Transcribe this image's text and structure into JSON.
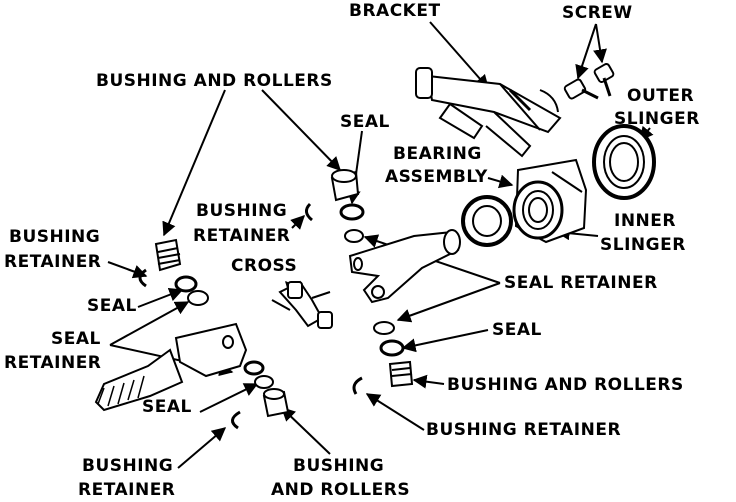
{
  "labels": {
    "bracket": "BRACKET",
    "screw": "SCREW",
    "outer_slinger_1": "OUTER",
    "outer_slinger_2": "SLINGER",
    "bushing_rollers_top": "BUSHING AND ROLLERS",
    "seal_top": "SEAL",
    "bearing_assembly_1": "BEARING",
    "bearing_assembly_2": "ASSEMBLY",
    "bushing_retainer_mid_1": "BUSHING",
    "bushing_retainer_mid_2": "RETAINER",
    "inner_slinger_1": "INNER",
    "inner_slinger_2": "SLINGER",
    "bushing_retainer_left_1": "BUSHING",
    "bushing_retainer_left_2": "RETAINER",
    "cross": "CROSS",
    "seal_retainer_right": "SEAL RETAINER",
    "seal_left": "SEAL",
    "seal_retainer_left_1": "SEAL",
    "seal_retainer_left_2": "RETAINER",
    "seal_right": "SEAL",
    "bushing_rollers_right": "BUSHING AND ROLLERS",
    "seal_bottom": "SEAL",
    "bushing_retainer_right": "BUSHING RETAINER",
    "bushing_retainer_bottom_1": "BUSHING",
    "bushing_retainer_bottom_2": "RETAINER",
    "bushing_rollers_bottom_1": "BUSHING",
    "bushing_rollers_bottom_2": "AND ROLLERS"
  },
  "colors": {
    "ink": "#000000",
    "paper": "#ffffff"
  }
}
